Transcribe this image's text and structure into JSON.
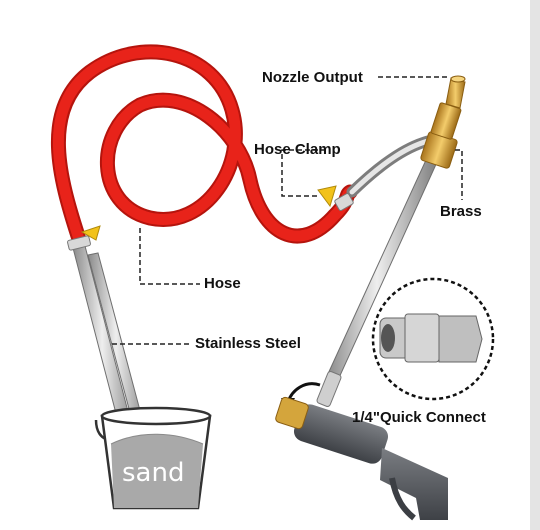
{
  "labels": {
    "nozzle_output": "Nozzle Output",
    "hose_clamp": "Hose Clamp",
    "brass": "Brass",
    "hose": "Hose",
    "stainless_steel": "Stainless Steel",
    "quick_connect": "1/4\"Quick Connect",
    "sand": "sand"
  },
  "colors": {
    "hose": "#e8231a",
    "clamp": "#f2c21a",
    "brass": "#d9a23a",
    "steel": "#b8b8b8"
  },
  "icons": [
    "spray-gun-icon",
    "rotate-arrow-icon",
    "quick-connect-icon",
    "bucket-icon"
  ]
}
